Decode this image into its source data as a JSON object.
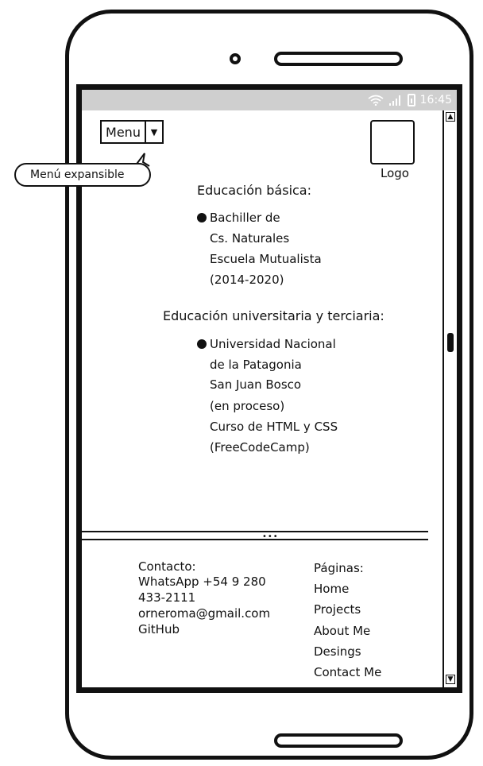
{
  "status_bar": {
    "time": "16:45",
    "icons": [
      "wifi-icon",
      "signal-icon",
      "battery-icon"
    ]
  },
  "header": {
    "menu_label": "Menu",
    "logo_label": "Logo"
  },
  "callout": {
    "text": "Menú expansible"
  },
  "education": {
    "basic_title": "Educación básica:",
    "basic_lines": [
      "Bachiller de",
      "Cs. Naturales",
      "Escuela Mutualista",
      "(2014-2020)"
    ],
    "university_title": "Educación universitaria y terciaria:",
    "university_lines": [
      "Universidad Nacional",
      "de la Patagonia",
      "San Juan Bosco",
      "(en proceso)",
      "Curso de HTML y CSS",
      "(FreeCodeCamp)"
    ]
  },
  "footer": {
    "contact_title": "Contacto:",
    "contact_lines": [
      "WhatsApp +54 9 280",
      "433-2111",
      "orneroma@gmail.com",
      "GitHub"
    ],
    "pages_title": "Páginas:",
    "pages": [
      "Home",
      "Projects",
      "About Me",
      "Desings",
      "Contact Me"
    ]
  }
}
